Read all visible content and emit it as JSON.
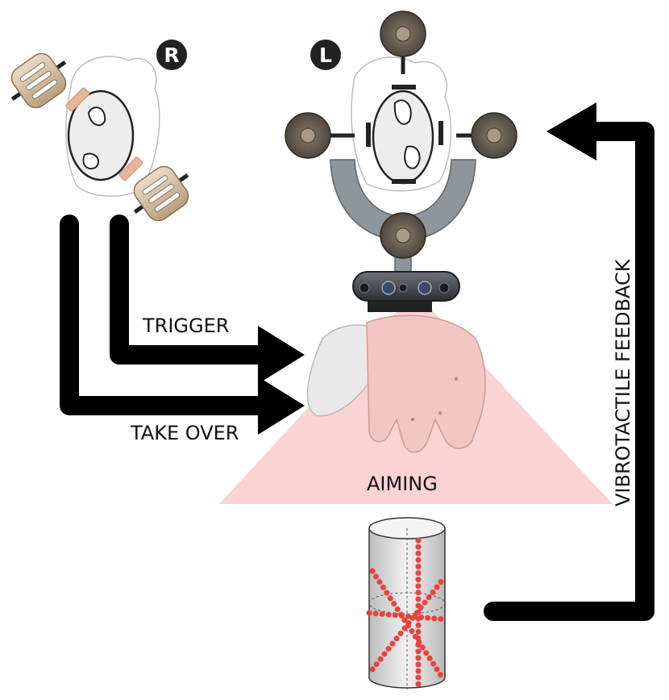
{
  "labels": {
    "trigger": "TRIGGER",
    "take_over": "TAKE OVER",
    "aiming": "AIMING",
    "feedback": "VIBROTACTILE FEEDBACK"
  },
  "badges": {
    "right": "R",
    "left": "L"
  },
  "colors": {
    "arrow": "#000000",
    "camera_cone": "#f6b6b4",
    "hand": "#f1c6c3",
    "target_dots": "#e8443f",
    "bracket": "#8e969b",
    "motor_disk": "#6b5f52",
    "electrode_pad": "#e8b69a",
    "vibro_unit": "#dcc7ad",
    "cylinder": "#e6e6e6"
  }
}
